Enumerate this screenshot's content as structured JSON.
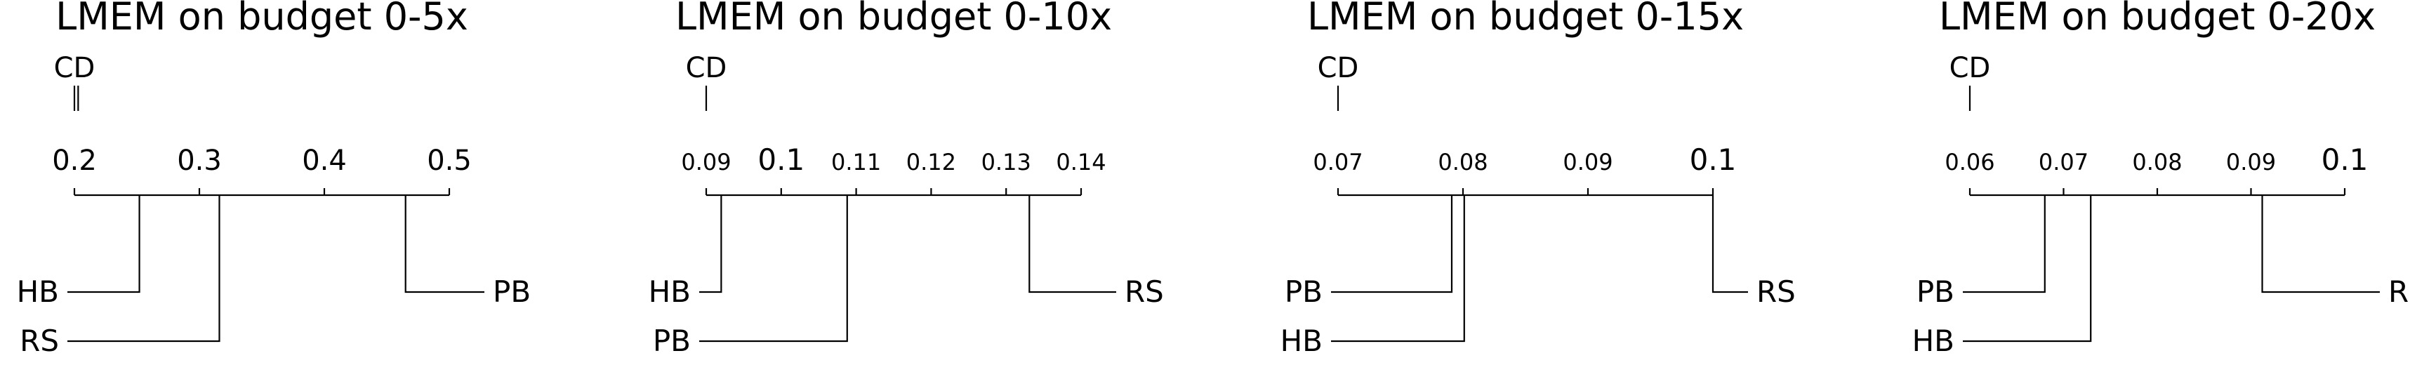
{
  "chart_data": [
    {
      "type": "critical-difference",
      "title": "LMEM on budget 0-5x",
      "cd_label": "CD",
      "cd_value": 0.003,
      "axis": {
        "min": 0.2,
        "max": 0.5,
        "ticks": [
          0.2,
          0.3,
          0.4,
          0.5
        ],
        "tick_labels": [
          "0.2",
          "0.3",
          "0.4",
          "0.5"
        ],
        "tick_font": 40
      },
      "methods": [
        {
          "name": "HB",
          "value": 0.252,
          "side": "left"
        },
        {
          "name": "RS",
          "value": 0.316,
          "side": "left"
        },
        {
          "name": "PB",
          "value": 0.465,
          "side": "right"
        }
      ]
    },
    {
      "type": "critical-difference",
      "title": "LMEM on budget 0-10x",
      "cd_label": "CD",
      "cd_value": 0.0,
      "axis": {
        "min": 0.09,
        "max": 0.14,
        "ticks": [
          0.09,
          0.1,
          0.11,
          0.12,
          0.13,
          0.14
        ],
        "tick_labels": [
          "0.09",
          "0.1",
          "0.11",
          "0.12",
          "0.13",
          "0.14"
        ],
        "tick_font": 32,
        "big_labels": [
          "0.1"
        ]
      },
      "methods": [
        {
          "name": "HB",
          "value": 0.092,
          "side": "left"
        },
        {
          "name": "PB",
          "value": 0.1088,
          "side": "left"
        },
        {
          "name": "RS",
          "value": 0.1331,
          "side": "right"
        }
      ]
    },
    {
      "type": "critical-difference",
      "title": "LMEM on budget 0-15x",
      "cd_label": "CD",
      "cd_value": 0.0,
      "axis": {
        "min": 0.07,
        "max": 0.1,
        "ticks": [
          0.07,
          0.08,
          0.09,
          0.1
        ],
        "tick_labels": [
          "0.07",
          "0.08",
          "0.09",
          "0.1"
        ],
        "tick_font": 32,
        "big_labels": [
          "0.1"
        ]
      },
      "methods": [
        {
          "name": "PB",
          "value": 0.0791,
          "side": "left"
        },
        {
          "name": "HB",
          "value": 0.0801,
          "side": "left"
        },
        {
          "name": "RS",
          "value": 0.1,
          "side": "right"
        }
      ]
    },
    {
      "type": "critical-difference",
      "title": "LMEM on budget 0-20x",
      "cd_label": "CD",
      "cd_value": 0.0,
      "axis": {
        "min": 0.06,
        "max": 0.1,
        "ticks": [
          0.06,
          0.07,
          0.08,
          0.09,
          0.1
        ],
        "tick_labels": [
          "0.06",
          "0.07",
          "0.08",
          "0.09",
          "0.1"
        ],
        "tick_font": 32,
        "big_labels": [
          "0.1"
        ]
      },
      "methods": [
        {
          "name": "PB",
          "value": 0.068,
          "side": "left"
        },
        {
          "name": "HB",
          "value": 0.0729,
          "side": "left"
        },
        {
          "name": "RS",
          "value": 0.0912,
          "side": "right"
        }
      ]
    }
  ]
}
